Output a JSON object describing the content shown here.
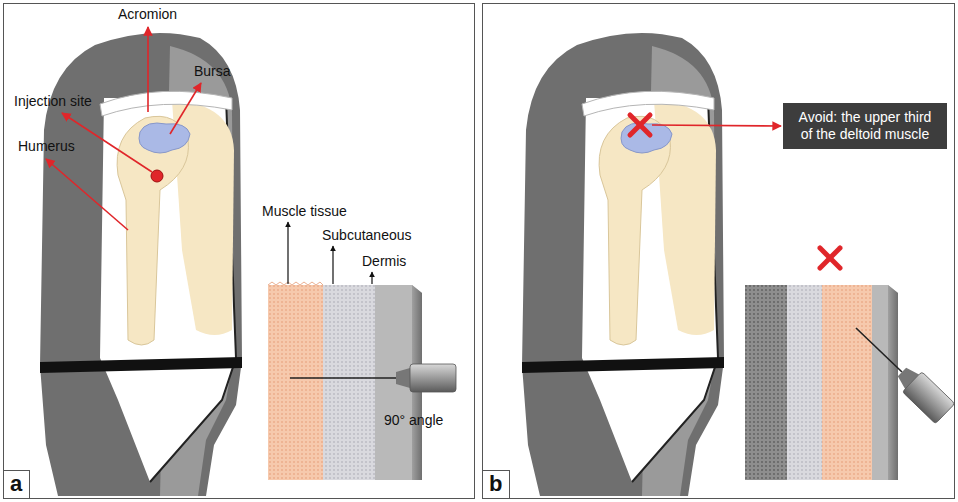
{
  "diagram": {
    "nodes": [
      {
        "text": [
          "a"
        ]
      },
      {
        "text": [
          "b"
        ]
      },
      {
        "text": [
          "Avoid: the upper third of the deltoid muscle"
        ],
        "in": 1
      }
    ],
    "labels": [
      "Acromion",
      "Injection site",
      "Bursa",
      "Humerus",
      "Muscle tissue",
      "Subcutaneous",
      "Dermis",
      "90° angle"
    ]
  }
}
